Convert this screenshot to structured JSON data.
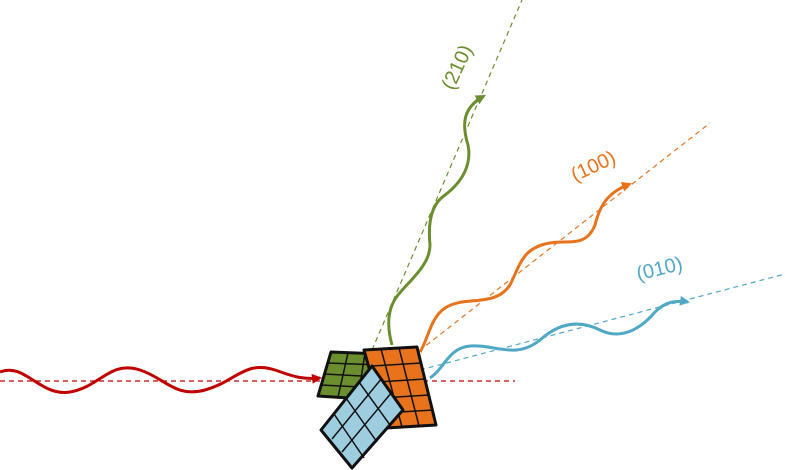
{
  "colors": {
    "incident": "#c00000",
    "green": "#6b8e2f",
    "orange": "#e8731c",
    "blue": "#4fa9c6",
    "green_fill": "#6b8e2f",
    "orange_fill": "#e8731c",
    "blue_fill": "#9fcde0",
    "outline": "#111111"
  },
  "beams": {
    "b210": {
      "label": "(210)"
    },
    "b100": {
      "label": "(100)"
    },
    "b010": {
      "label": "(010)"
    }
  }
}
